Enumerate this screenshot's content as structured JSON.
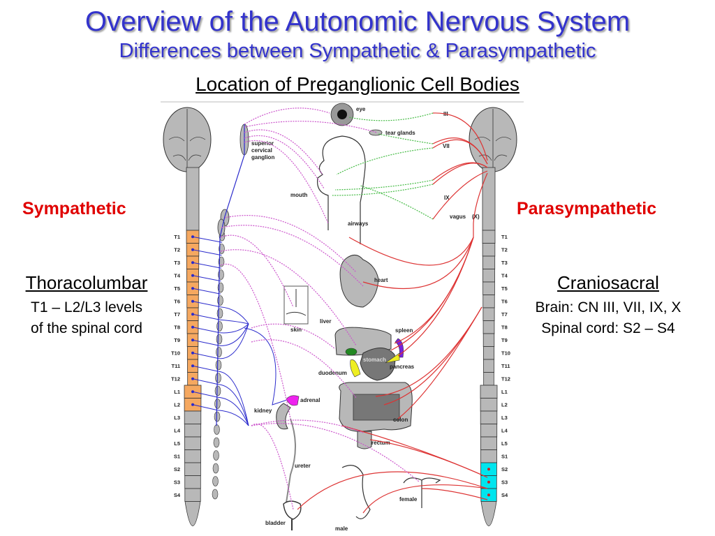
{
  "header": {
    "title": "Overview of the Autonomic Nervous System",
    "subtitle": "Differences between Sympathetic & Parasympathetic",
    "section_title": "Location of Preganglionic Cell Bodies"
  },
  "sympathetic": {
    "heading": "Sympathetic",
    "division": "Thoracolumbar",
    "line1": "T1 – L2/L3 levels",
    "line2": "of the spinal cord"
  },
  "parasympathetic": {
    "heading": "Parasympathetic",
    "division": "Craniosacral",
    "line1": "Brain: CN III, VII, IX, X",
    "line2": "Spinal cord: S2 – S4"
  },
  "colors": {
    "title_blue": "#3333cc",
    "heading_red": "#e00000",
    "sympathetic_segment": "#f5a860",
    "parasympathetic_segment": "#00e5ee",
    "preganglionic_sympathetic": "#2a2acc",
    "postganglionic_sympathetic": "#cc55cc",
    "preganglionic_parasympathetic": "#dd3333",
    "postganglionic_parasympathetic": "#44bb44",
    "tissue_gray": "#b8b8b8"
  },
  "diagram": {
    "spinal_segments": [
      "T1",
      "T2",
      "T3",
      "T4",
      "T5",
      "T6",
      "T7",
      "T8",
      "T9",
      "T10",
      "T11",
      "T12",
      "L1",
      "L2",
      "L3",
      "L4",
      "L5",
      "S1",
      "S2",
      "S3",
      "S4"
    ],
    "sympathetic_active_segments": [
      "T1",
      "T2",
      "T3",
      "T4",
      "T5",
      "T6",
      "T7",
      "T8",
      "T9",
      "T10",
      "T11",
      "T12",
      "L1",
      "L2"
    ],
    "parasympathetic_active_segments": [
      "S2",
      "S3",
      "S4"
    ],
    "ganglion_label": [
      "superior",
      "cervical",
      "ganglion"
    ],
    "organ_labels": {
      "eye": "eye",
      "tear_glands": "tear glands",
      "mouth": "mouth",
      "airways": "airways",
      "heart": "heart",
      "skin": "skin",
      "liver": "liver",
      "spleen": "spleen",
      "stomach": "stomach",
      "pancreas": "pancreas",
      "duodenum": "duodenum",
      "adrenal": "adrenal",
      "kidney": "kidney",
      "colon": "colon",
      "rectum": "rectum",
      "ureter": "ureter",
      "bladder": "bladder",
      "male": "male",
      "female": "female"
    },
    "cranial_nerves": {
      "cn3": "III",
      "cn7": "VII",
      "cn9": "IX",
      "vagus": "vagus",
      "cn10": "(X)"
    }
  }
}
